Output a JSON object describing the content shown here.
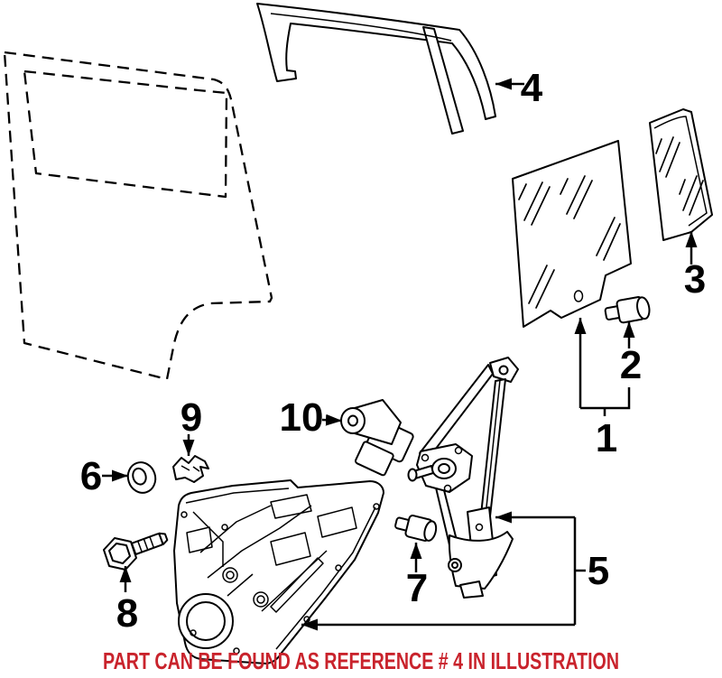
{
  "palette": {
    "ink": "#000000",
    "background": "#ffffff",
    "caption_red": "#c9232c"
  },
  "caption": {
    "text": "PART CAN BE FOUND AS REFERENCE # 4 IN ILLUSTRATION",
    "color": "#c9232c"
  },
  "callouts": [
    {
      "number": "1",
      "part": "rear-door-window-glass"
    },
    {
      "number": "2",
      "part": "glass-mounting-bolt"
    },
    {
      "number": "3",
      "part": "fixed-quarter-glass"
    },
    {
      "number": "4",
      "part": "window-run-channel"
    },
    {
      "number": "5",
      "part": "window-regulator-assembly"
    },
    {
      "number": "6",
      "part": "grommet"
    },
    {
      "number": "7",
      "part": "regulator-bolt"
    },
    {
      "number": "8",
      "part": "panel-hex-bolt"
    },
    {
      "number": "9",
      "part": "retaining-clip"
    },
    {
      "number": "10",
      "part": "window-motor"
    }
  ]
}
